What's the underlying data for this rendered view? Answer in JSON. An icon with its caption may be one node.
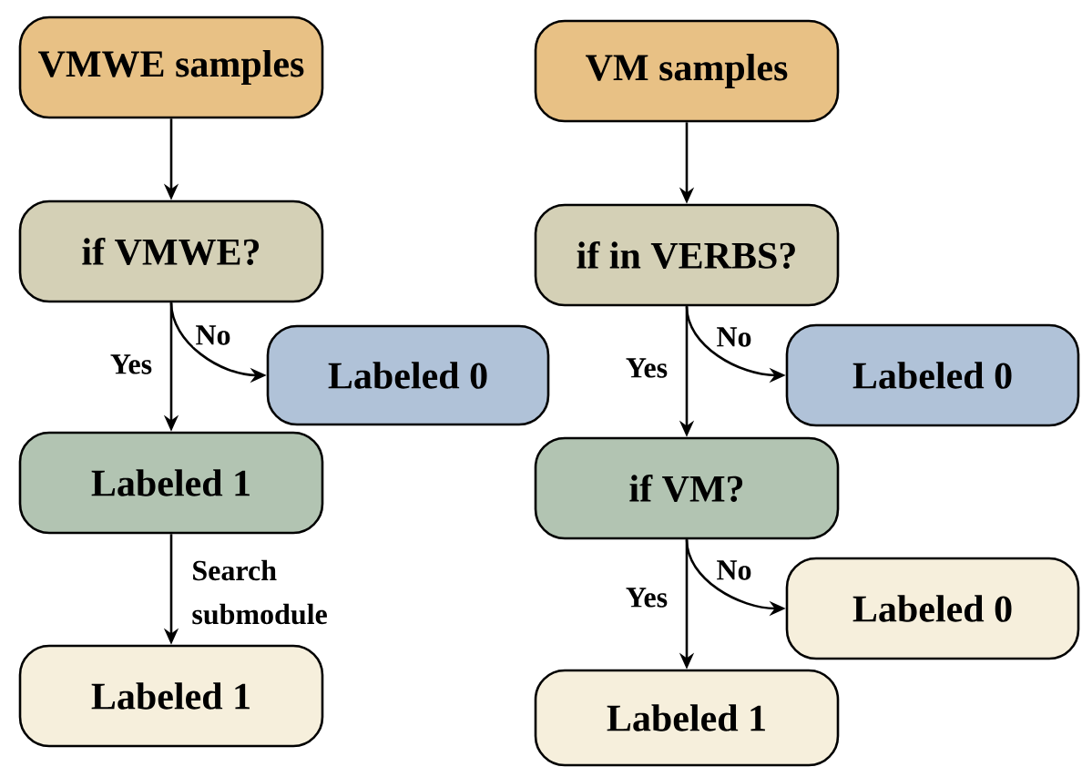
{
  "diagram": {
    "nodes": [
      {
        "text": [
          "VMWE samples"
        ]
      },
      {
        "text": [
          "if VMWE?"
        ]
      },
      {
        "text": [
          "Labeled 0"
        ]
      },
      {
        "text": [
          "Labeled 1"
        ]
      },
      {
        "text": [
          "Labeled 1"
        ]
      },
      {
        "text": [
          "VM samples"
        ]
      },
      {
        "text": [
          "if in VERBS?"
        ]
      },
      {
        "text": [
          "Labeled 0"
        ]
      },
      {
        "text": [
          "if VM?"
        ]
      },
      {
        "text": [
          "Labeled 0"
        ]
      },
      {
        "text": [
          "Labeled 1"
        ]
      }
    ],
    "edges": [
      {
        "from": 0,
        "to": 1,
        "arrow": "to"
      },
      {
        "from": 1,
        "to": 2,
        "arrow": "to",
        "label": "No"
      },
      {
        "from": 1,
        "to": 3,
        "arrow": "to",
        "label": "Yes"
      },
      {
        "from": 3,
        "to": 4,
        "arrow": "to",
        "label": "Search submodule"
      },
      {
        "from": 5,
        "to": 6,
        "arrow": "to"
      },
      {
        "from": 6,
        "to": 7,
        "arrow": "to",
        "label": "No"
      },
      {
        "from": 6,
        "to": 8,
        "arrow": "to",
        "label": "Yes"
      },
      {
        "from": 8,
        "to": 9,
        "arrow": "to",
        "label": "No"
      },
      {
        "from": 8,
        "to": 10,
        "arrow": "to",
        "label": "Yes"
      }
    ]
  }
}
